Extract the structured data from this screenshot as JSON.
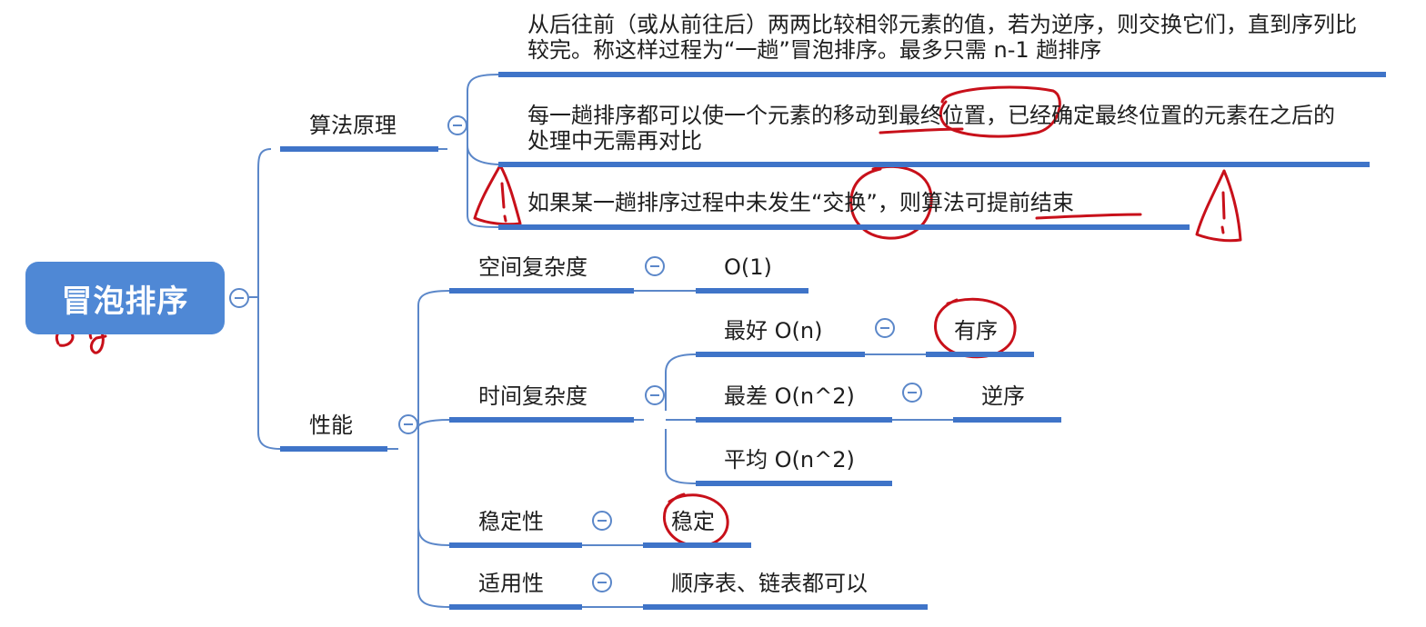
{
  "root": {
    "label": "冒泡排序"
  },
  "principle": {
    "label": "算法原理",
    "items": [
      "从后往前（或从前往后）两两比较相邻元素的值，若为逆序，则交换它们，直到序列比较完。称这样过程为“一趟”冒泡排序。最多只需 n-1 趟排序",
      "每一趟排序都可以使一个元素的移动到最终位置，已经确定最终位置的元素在之后的处理中无需再对比",
      "如果某一趟排序过程中未发生“交换”，则算法可提前结束"
    ]
  },
  "performance": {
    "label": "性能",
    "space": {
      "label": "空间复杂度",
      "value": "O(1)"
    },
    "time": {
      "label": "时间复杂度",
      "best": {
        "label": "最好 O(n)",
        "note": "有序"
      },
      "worst": {
        "label": "最差 O(n^2)",
        "note": "逆序"
      },
      "average": {
        "label": "平均 O(n^2)"
      }
    },
    "stability": {
      "label": "稳定性",
      "value": "稳定"
    },
    "applicability": {
      "label": "适用性",
      "value": "顺序表、链表都可以"
    }
  },
  "colors": {
    "line": "#5b87c9",
    "underline": "#3f74c8",
    "root": "#4f88d5",
    "ink": "#c8101a"
  }
}
